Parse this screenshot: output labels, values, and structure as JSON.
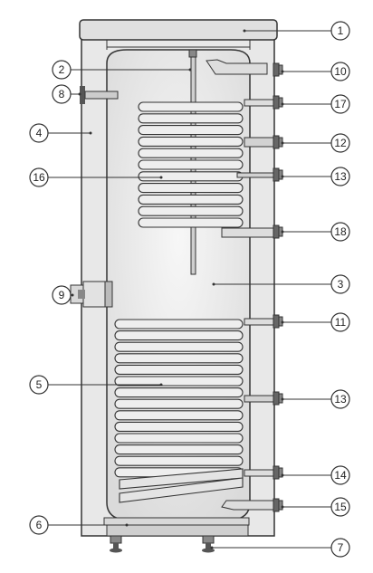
{
  "diagram": {
    "labels": [
      {
        "id": "1",
        "text": "1"
      },
      {
        "id": "2",
        "text": "2"
      },
      {
        "id": "3",
        "text": "3"
      },
      {
        "id": "4",
        "text": "4"
      },
      {
        "id": "5",
        "text": "5"
      },
      {
        "id": "6",
        "text": "6"
      },
      {
        "id": "7",
        "text": "7"
      },
      {
        "id": "8",
        "text": "8"
      },
      {
        "id": "9",
        "text": "9"
      },
      {
        "id": "10",
        "text": "10"
      },
      {
        "id": "11",
        "text": "11"
      },
      {
        "id": "12",
        "text": "12"
      },
      {
        "id": "13a",
        "text": "13"
      },
      {
        "id": "13b",
        "text": "13"
      },
      {
        "id": "14",
        "text": "14"
      },
      {
        "id": "15",
        "text": "15"
      },
      {
        "id": "16",
        "text": "16"
      },
      {
        "id": "17",
        "text": "17"
      },
      {
        "id": "18",
        "text": "18"
      }
    ],
    "colors": {
      "line": "#333333",
      "body_fill": "#e6e6e6",
      "tank_fill": "#f2f2f2",
      "coil_fill": "#ededed",
      "fitting_fill": "#6f6f6f"
    }
  }
}
